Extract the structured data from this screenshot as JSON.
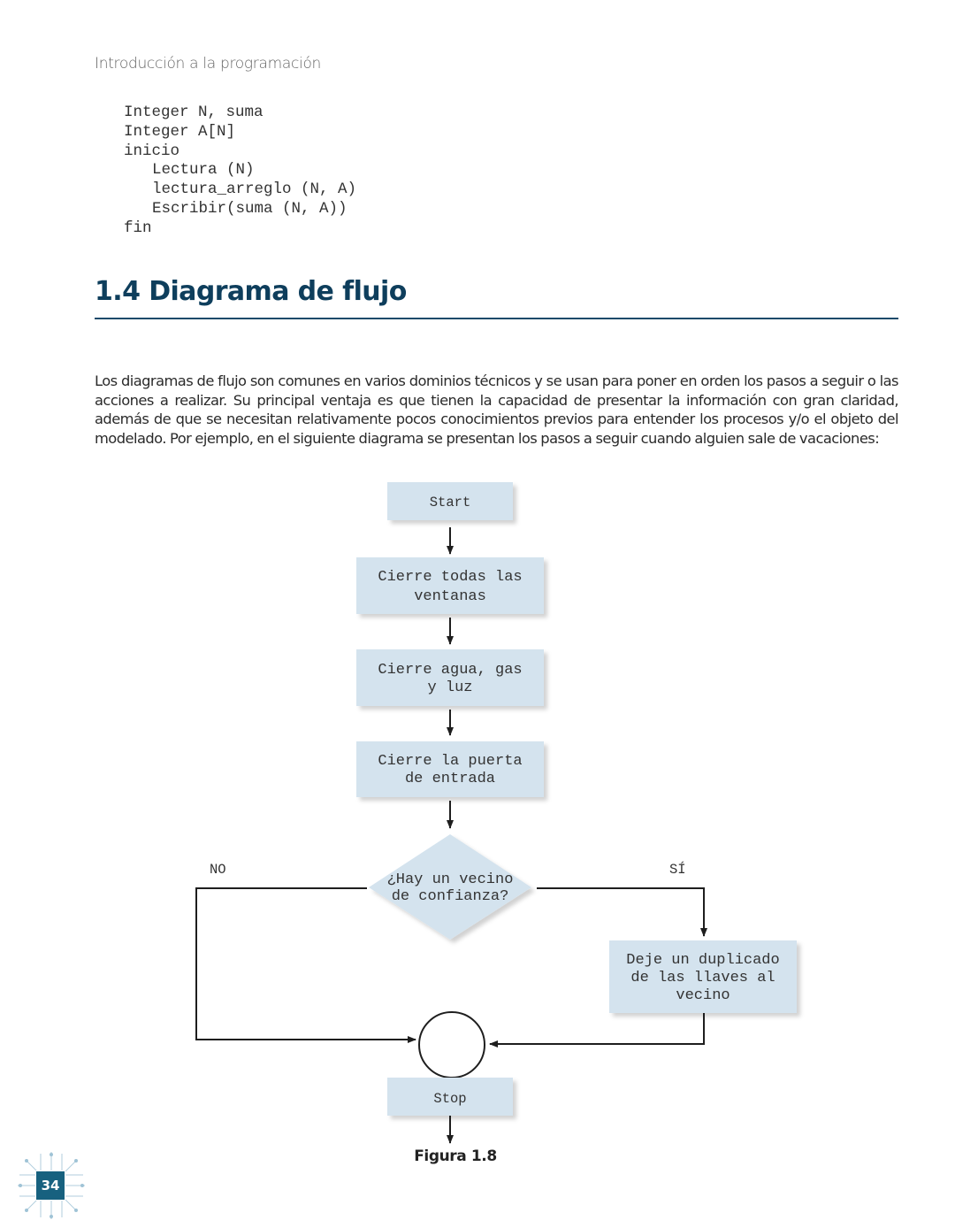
{
  "header": {
    "running_title": "Introducción a la programación"
  },
  "code": {
    "lines": [
      "Integer N, suma",
      "Integer A[N]",
      "inicio",
      "Lectura (N)",
      "lectura_arreglo (N, A)",
      "Escribir(suma (N, A))",
      "fin"
    ]
  },
  "section": {
    "title": "1.4 Diagrama de flujo"
  },
  "paragraph": "Los diagramas de flujo son comunes en varios dominios técnicos y se usan para poner en orden los pasos a seguir o las acciones a realizar. Su principal ventaja es que tienen la capacidad de presentar la información con gran claridad, además de que se necesitan relativamente pocos conocimientos previos para entender los procesos y/o el objeto del modelado. Por ejemplo, en el siguiente diagrama se presentan los pasos a seguir cuando alguien sale de vacaciones:",
  "flowchart": {
    "start": "Start",
    "step1": [
      "Cierre todas las",
      "ventanas"
    ],
    "step2": [
      "Cierre agua, gas",
      "y luz"
    ],
    "step3": [
      "Cierre la puerta",
      "de entrada"
    ],
    "decision": [
      "¿Hay un vecino",
      "de confianza?"
    ],
    "no_label": "NO",
    "yes_label": "SÍ",
    "yes_action": [
      "Deje un duplicado",
      "de las llaves al",
      "vecino"
    ],
    "stop": "Stop",
    "box_color": "#d4e3ee",
    "line_color": "#1e1e1e"
  },
  "caption": "Figura 1.8",
  "page_number": "34",
  "accent_color": "#0e3e5c"
}
